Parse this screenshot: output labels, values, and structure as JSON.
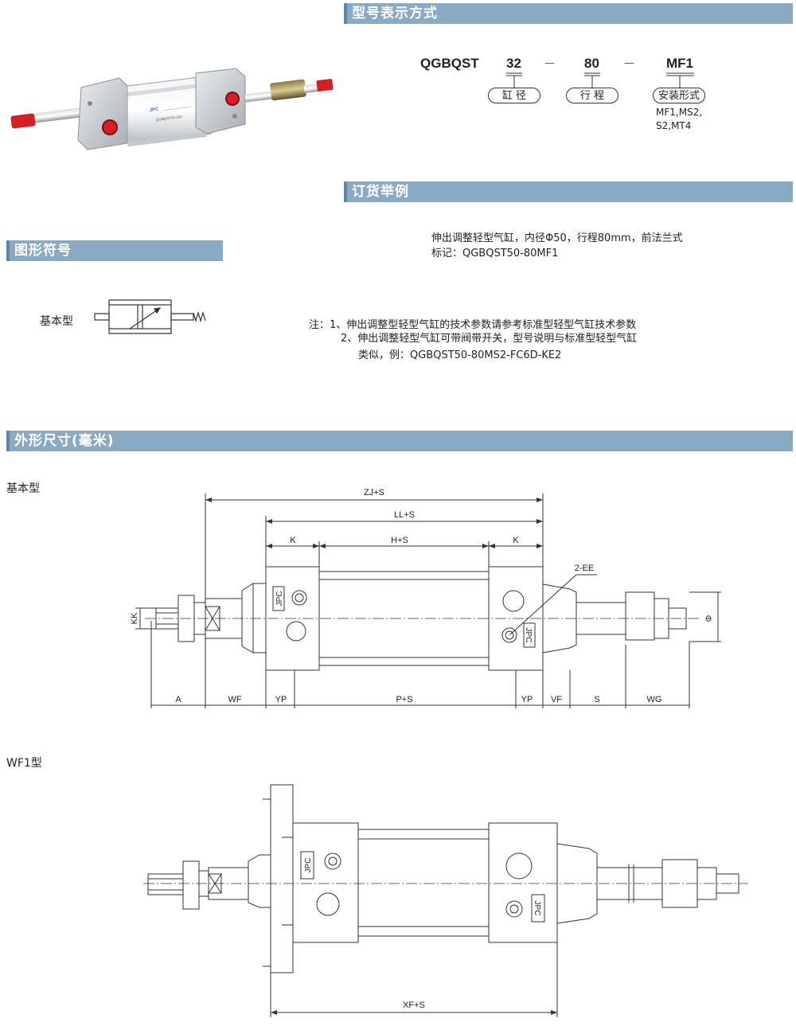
{
  "sections": {
    "model": "型号表示方式",
    "order": "订货举例",
    "symbol": "图形符号",
    "dims": "外形尺寸(毫米)"
  },
  "model_code": {
    "prefix": "QGBQST",
    "bore_value": "32",
    "stroke_value": "80",
    "mount_value": "MF1",
    "dash": "—",
    "bore_label": "缸  径",
    "stroke_label": "行  程",
    "mount_label": "安装形式",
    "mount_options_1": "MF1,MS2,",
    "mount_options_2": "S2,MT4"
  },
  "order_example": {
    "line1": "伸出调整轻型气缸，内径Φ50，行程80mm，前法兰式",
    "line2": "标记：QGBQST50-80MF1"
  },
  "symbol": {
    "label": "基本型"
  },
  "notes": {
    "line1": "注：1、伸出调整型轻型气缸的技术参数请参考标准型轻型气缸技术参数",
    "line2": "2、伸出调整轻型气缸可带阀带开关，型号说明与标准型轻型气缸",
    "line3": "类似，例：QGBQST50-80MS2-FC6D-KE2"
  },
  "product_photo": {
    "brand": "JPC",
    "model_text": "QGBQST63-100",
    "icon": "cylinder-photo"
  },
  "drawing_basic": {
    "title": "基本型",
    "zj": "ZJ+S",
    "ll": "LL+S",
    "k1": "K",
    "h": "H+S",
    "k2": "K",
    "ee": "2-EE",
    "kk": "KK",
    "phi": "Φ",
    "a": "A",
    "wf": "WF",
    "yp1": "YP",
    "p": "P+S",
    "yp2": "YP",
    "vf": "VF",
    "s": "S",
    "wg": "WG",
    "jpc": "JPC"
  },
  "drawing_wf1": {
    "title": "WF1型",
    "xf": "XF+S",
    "jpc": "JPC"
  }
}
